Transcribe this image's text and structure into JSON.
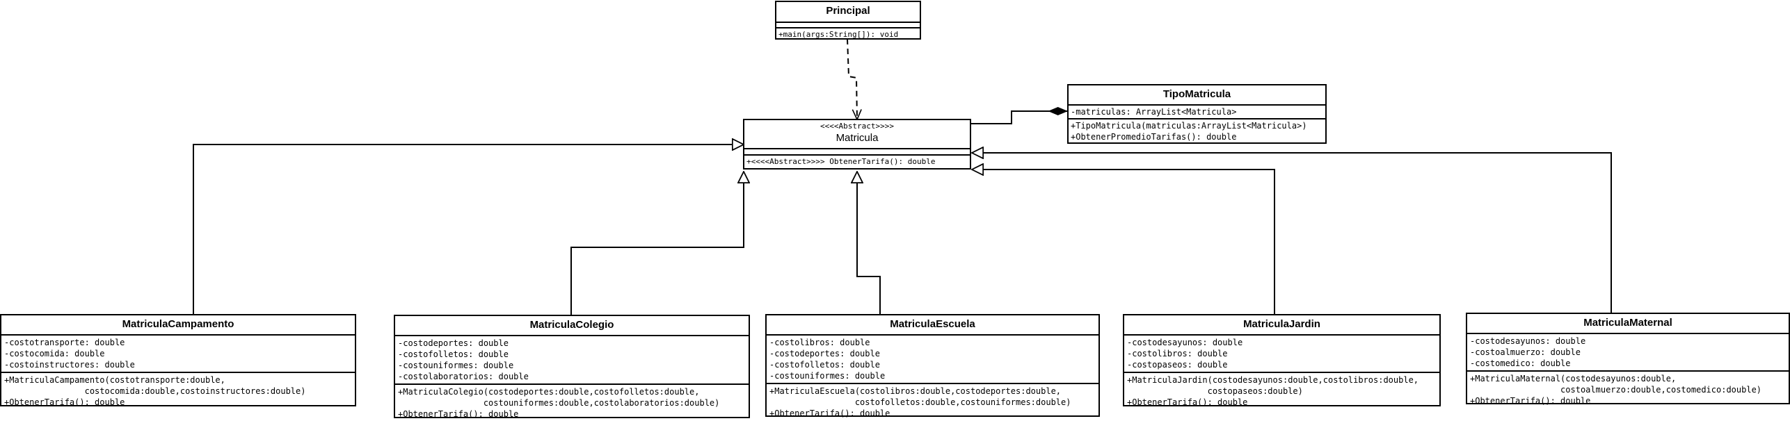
{
  "classes": {
    "principal": {
      "name": "Principal",
      "attributes": [],
      "methods": [
        "+main(args:String[]): void"
      ]
    },
    "tipomatricula": {
      "name": "TipoMatricula",
      "attributes": [
        "-matriculas: ArrayList<Matricula>"
      ],
      "methods": [
        "+TipoMatricula(matriculas:ArrayList<Matricula>)",
        "+ObtenerPromedioTarifas(): double"
      ]
    },
    "matricula": {
      "stereotype": "<<<<Abstract>>>>",
      "name": "Matricula",
      "attributes": [],
      "methods": [
        "+<<<<Abstract>>>> ObtenerTarifa(): double"
      ]
    },
    "campamento": {
      "name": "MatriculaCampamento",
      "attributes": [
        "-costotransporte: double",
        "-costocomida: double",
        "-costoinstructores: double"
      ],
      "methods": [
        "+MatriculaCampamento(costotransporte:double,",
        "                costocomida:double,costoinstructores:double)",
        "+ObtenerTarifa(): double"
      ]
    },
    "colegio": {
      "name": "MatriculaColegio",
      "attributes": [
        "-costodeportes: double",
        "-costofolletos: double",
        "-costouniformes: double",
        "-costolaboratorios: double"
      ],
      "methods": [
        "+MatriculaColegio(costodeportes:double,costofolletos:double,",
        "                 costouniformes:double,costolaboratorios:double)",
        "+ObtenerTarifa(): double"
      ]
    },
    "escuela": {
      "name": "MatriculaEscuela",
      "attributes": [
        "-costolibros: double",
        "-costodeportes: double",
        "-costofolletos: double",
        "-costouniformes: double"
      ],
      "methods": [
        "+MatriculaEscuela(costolibros:double,costodeportes:double,",
        "                 costofolletos:double,costouniformes:double)",
        "+ObtenerTarifa(): double"
      ]
    },
    "jardin": {
      "name": "MatriculaJardin",
      "attributes": [
        "-costodesayunos: double",
        "-costolibros: double",
        "-costopaseos: double"
      ],
      "methods": [
        "+MatriculaJardin(costodesayunos:double,costolibros:double,",
        "                costopaseos:double)",
        "+ObtenerTarifa(): double"
      ]
    },
    "maternal": {
      "name": "MatriculaMaternal",
      "attributes": [
        "-costodesayunos: double",
        "-costoalmuerzo: double",
        "-costomedico: double"
      ],
      "methods": [
        "+MatriculaMaternal(costodesayunos:double,",
        "                  costoalmuerzo:double,costomedico:double)",
        "+ObtenerTarifa(): double"
      ]
    }
  },
  "colors": {
    "line": "#000000",
    "background": "#ffffff"
  }
}
